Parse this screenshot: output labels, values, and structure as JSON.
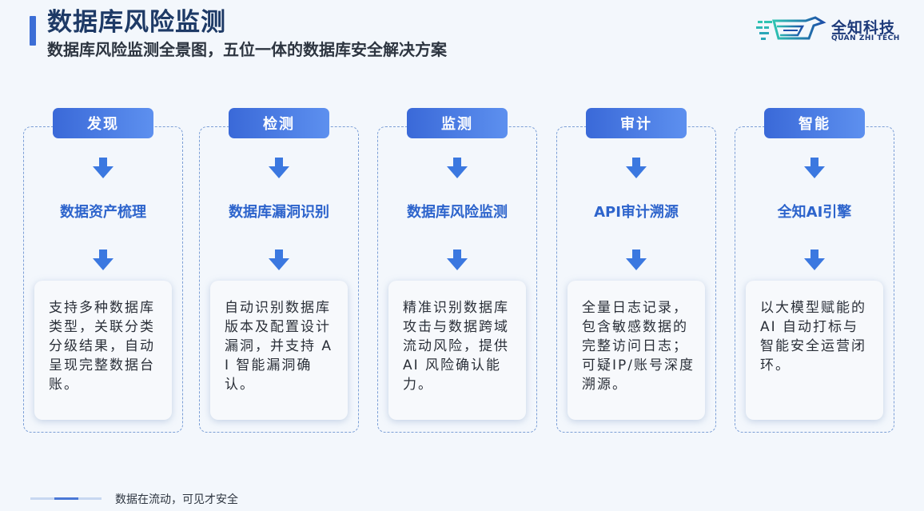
{
  "header": {
    "title": "数据库风险监测",
    "subtitle": "数据库风险监测全景图，五位一体的数据库安全解决方案"
  },
  "logo": {
    "name_cn": "全知科技",
    "name_en": "QUAN ZHI TECH"
  },
  "columns": [
    {
      "header": "发现",
      "capability": "数据资产梳理",
      "description": "支持多种数据库类型，关联分类分级结果，自动呈现完整数据台账。"
    },
    {
      "header": "检测",
      "capability": "数据库漏洞识别",
      "description": "自动识别数据库版本及配置设计漏洞，并支持 AI 智能漏洞确认。"
    },
    {
      "header": "监测",
      "capability": "数据库风险监测",
      "description": "精准识别数据库攻击与数据跨域流动风险，提供 AI 风险确认能力。"
    },
    {
      "header": "审计",
      "capability": "API审计溯源",
      "description": "全量日志记录，包含敏感数据的完整访问日志；可疑IP/账号深度溯源。"
    },
    {
      "header": "智能",
      "capability": "全知AI引擎",
      "description": "以大模型赋能的 AI 自动打标与智能安全运营闭环。"
    }
  ],
  "footer": {
    "slogan": "数据在流动，可见才安全"
  },
  "colors": {
    "accent": "#3c6ed6",
    "title": "#1e3a66",
    "capability_text": "#2d64cc",
    "frame_border": "#7c9fd6",
    "logo": "#1d3a7a"
  },
  "icons": {
    "flow_arrow": "arrow-down-icon",
    "logo_mark": "quanzhi-logo-icon"
  }
}
